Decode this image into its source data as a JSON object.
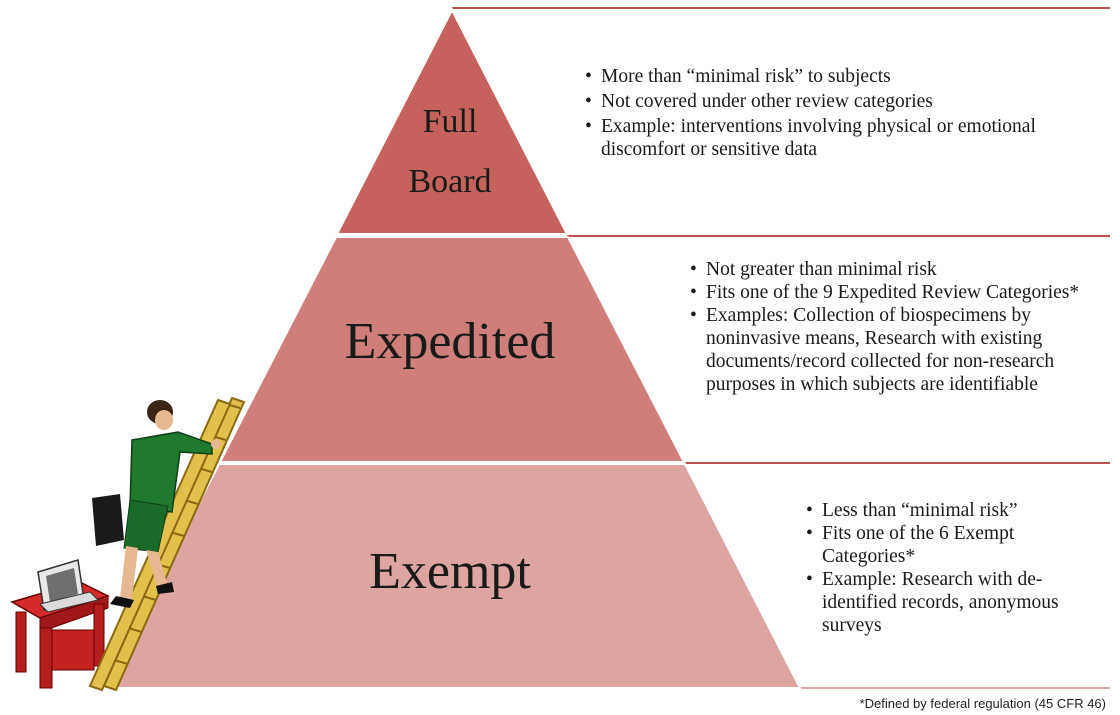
{
  "colors": {
    "full_board": "#c5625e",
    "expedited": "#d07e7c",
    "exempt": "#dda4a2",
    "divider": "#c0504d"
  },
  "tiers": {
    "full_board": {
      "label_line1": "Full",
      "label_line2": "Board",
      "bullets": [
        "More than “minimal risk” to subjects",
        "Not covered under other review categories",
        "Example: interventions involving physical or emotional discomfort or sensitive data"
      ]
    },
    "expedited": {
      "label": "Expedited",
      "bullets": [
        "Not greater than minimal risk",
        "Fits one of the 9 Expedited Review Categories*",
        "Examples: Collection of biospecimens by noninvasive means, Research with existing documents/record collected for non-research purposes in which subjects are identifiable"
      ]
    },
    "exempt": {
      "label": "Exempt",
      "bullets": [
        "Less than “minimal risk”",
        "Fits one of the 6 Exempt Categories*",
        "Example: Research with de-identified records, anonymous surveys"
      ]
    }
  },
  "footnote": "*Defined by federal regulation (45 CFR 46)",
  "illustration": "person-climbing-ladder-icon"
}
